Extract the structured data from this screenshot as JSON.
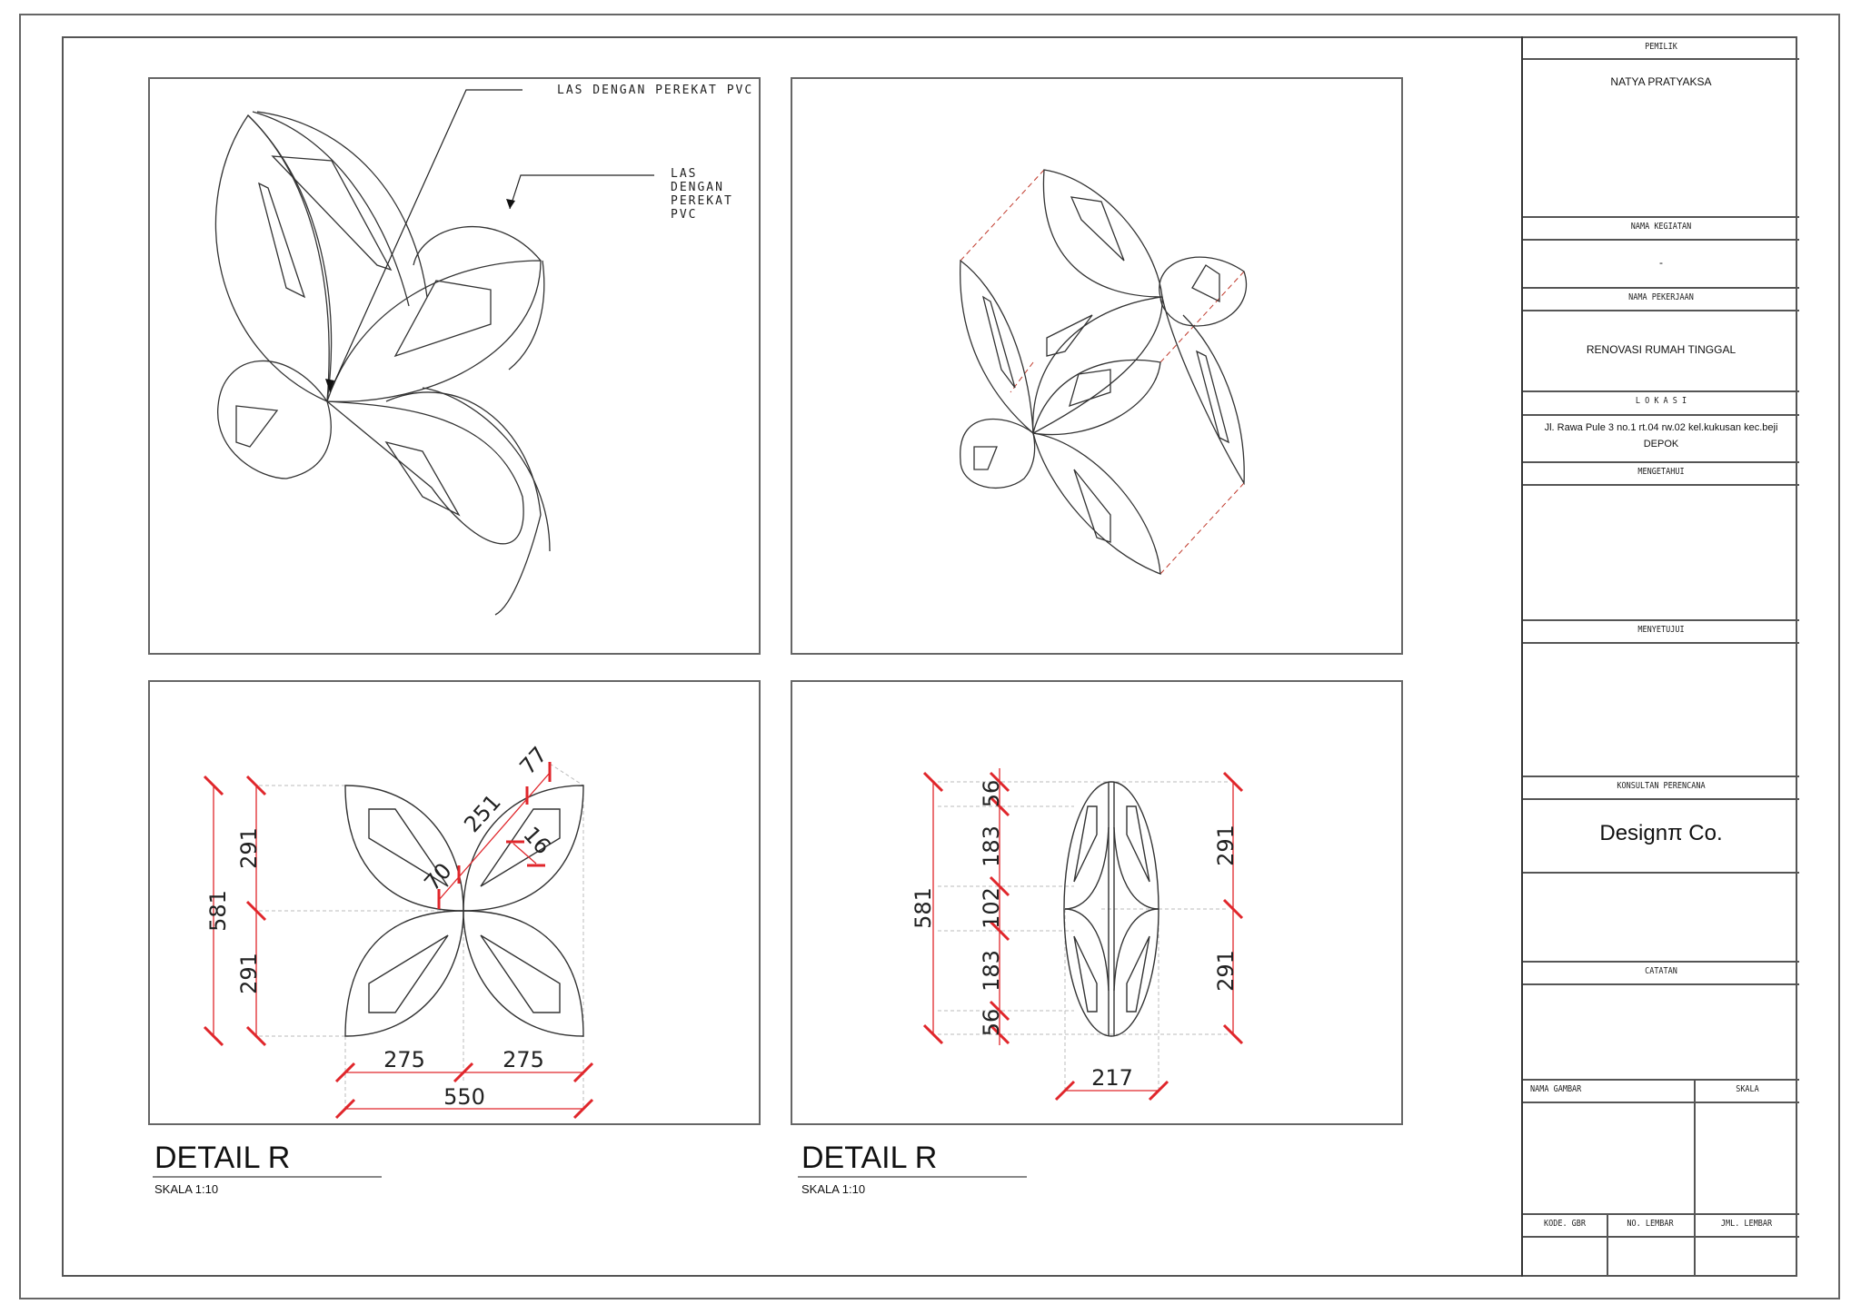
{
  "sheet": {
    "panels": [
      {
        "id": "isometric-view-1",
        "annotations": [
          "LAS DENGAN PEREKAT PVC",
          "LAS DENGAN",
          "PEREKAT",
          "PVC"
        ]
      },
      {
        "id": "isometric-view-2"
      },
      {
        "id": "front-view",
        "title": "DETAIL R",
        "scale": "SKALA 1:10",
        "dimensions": {
          "total_height": "581",
          "upper_half": "291",
          "lower_half": "291",
          "left_width": "275",
          "right_width": "275",
          "total_width": "550",
          "diag_long": "251",
          "diag_top": "77",
          "diag_inner": "70",
          "hole_width": "16"
        }
      },
      {
        "id": "side-view",
        "title": "DETAIL R",
        "scale": "SKALA 1:10",
        "dimensions": {
          "total_height": "581",
          "seg_top": "56",
          "seg_upper": "183",
          "seg_mid": "102",
          "seg_lower": "183",
          "seg_bottom": "56",
          "upper_half": "291",
          "lower_half": "291",
          "width": "217"
        }
      }
    ]
  },
  "title_block": {
    "pemilik_label": "PEMILIK",
    "pemilik_value": "NATYA PRATYAKSA",
    "kegiatan_label": "NAMA KEGIATAN",
    "kegiatan_value": "-",
    "pekerjaan_label": "NAMA PEKERJAAN",
    "pekerjaan_value": "RENOVASI RUMAH TINGGAL",
    "lokasi_label": "L O K A S I",
    "lokasi_line1": "Jl. Rawa Pule 3 no.1 rt.04 rw.02 kel.kukusan kec.beji",
    "lokasi_line2": "DEPOK",
    "mengetahui_label": "MENGETAHUI",
    "menyetujui_label": "MENYETUJUI",
    "konsultan_label": "KONSULTAN PERENCANA",
    "konsultan_value": "Designπ Co.",
    "catatan_label": "CATATAN",
    "nama_gambar_label": "NAMA GAMBAR",
    "skala_label": "SKALA",
    "kode_gbr_label": "KODE. GBR",
    "no_lembar_label": "NO. LEMBAR",
    "jml_lembar_label": "JML. LEMBAR"
  },
  "colors": {
    "dimension": "#e0262b",
    "line": "#333333",
    "frame": "#666666"
  }
}
